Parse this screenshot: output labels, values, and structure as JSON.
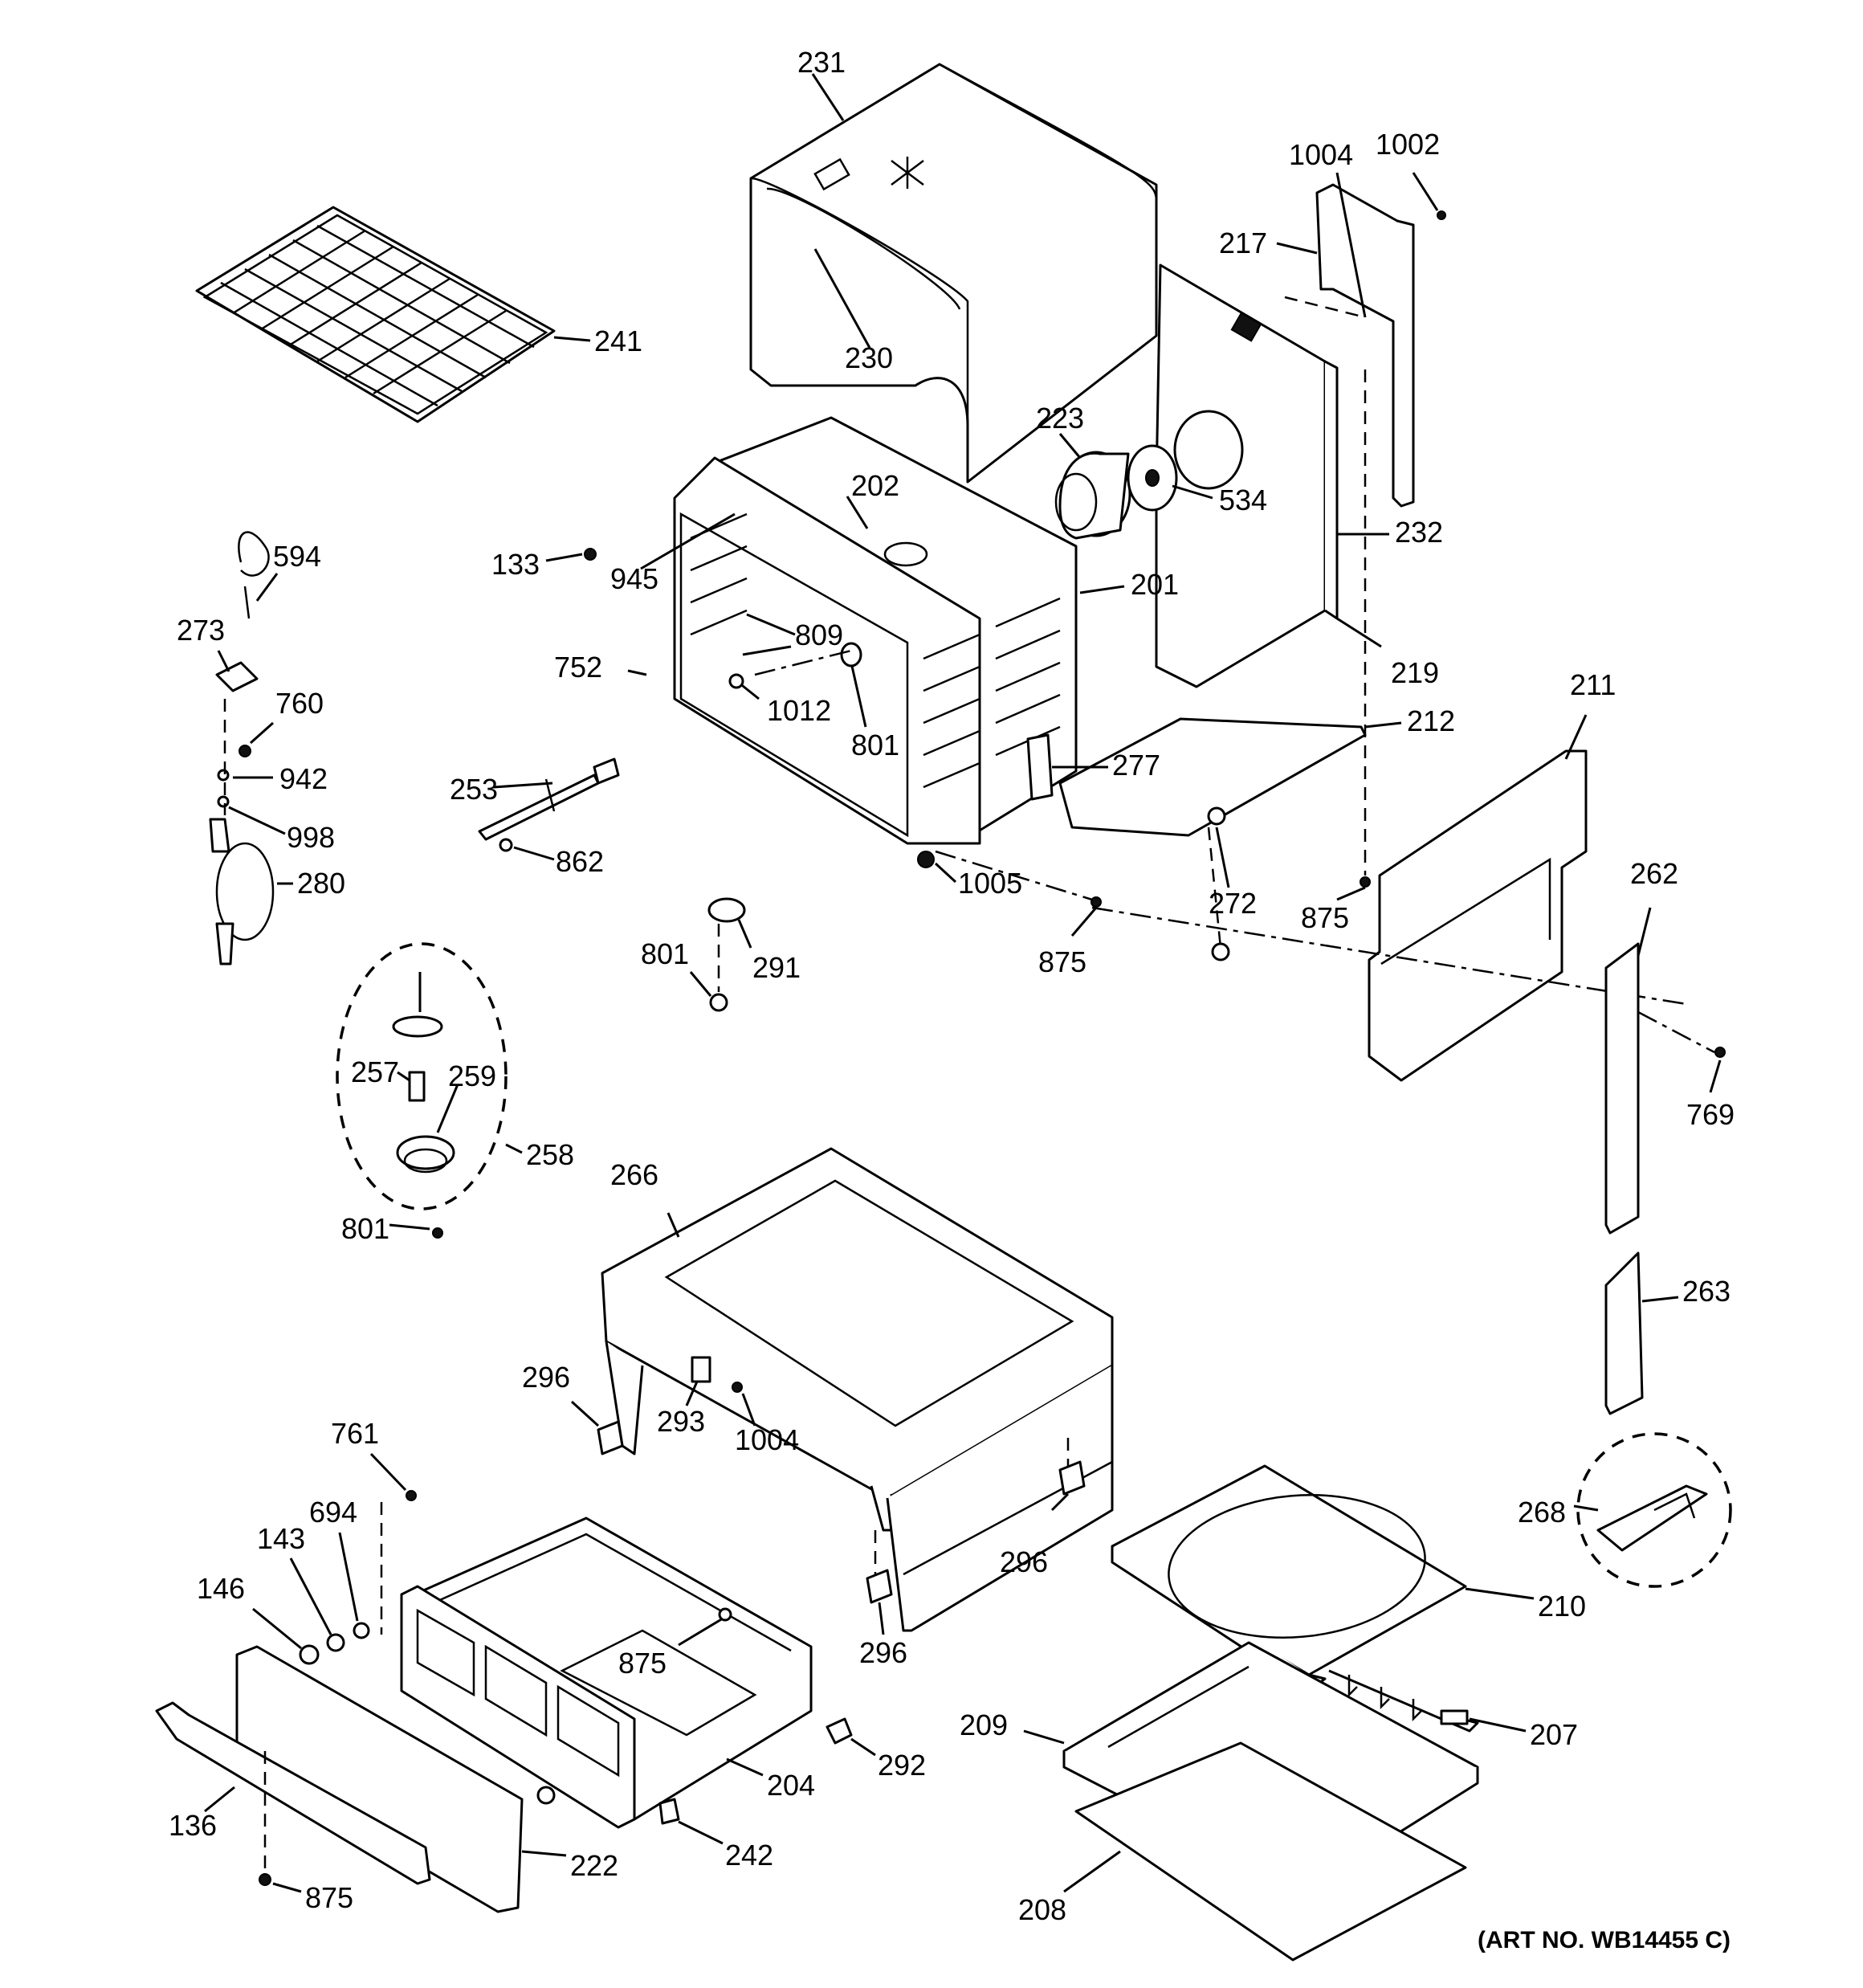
{
  "diagram": {
    "art_number": "(ART NO. WB14455 C)",
    "labels": {
      "p231": "231",
      "p230": "230",
      "p241": "241",
      "p1004a": "1004",
      "p1002": "1002",
      "p217": "217",
      "p223": "223",
      "p534": "534",
      "p232": "232",
      "p219": "219",
      "p202": "202",
      "p133": "133",
      "p945": "945",
      "p201": "201",
      "p809": "809",
      "p752": "752",
      "p1012": "1012",
      "p801a": "801",
      "p594": "594",
      "p273": "273",
      "p760": "760",
      "p942": "942",
      "p998": "998",
      "p280": "280",
      "p253": "253",
      "p862": "862",
      "p277": "277",
      "p212": "212",
      "p211": "211",
      "p1005": "1005",
      "p875a": "875",
      "p272": "272",
      "p875b": "875",
      "p262": "262",
      "p801b": "801",
      "p291": "291",
      "p257": "257",
      "p259": "259",
      "p258": "258",
      "p801c": "801",
      "p769": "769",
      "p266": "266",
      "p263": "263",
      "p296a": "296",
      "p293": "293",
      "p1004b": "1004",
      "p296b": "296",
      "p268": "268",
      "p761": "761",
      "p694": "694",
      "p143": "143",
      "p146": "146",
      "p875c": "875",
      "p296c": "296",
      "p210": "210",
      "p292": "292",
      "p207": "207",
      "p209": "209",
      "p204": "204",
      "p136": "136",
      "p242": "242",
      "p222": "222",
      "p875d": "875",
      "p208": "208"
    }
  }
}
